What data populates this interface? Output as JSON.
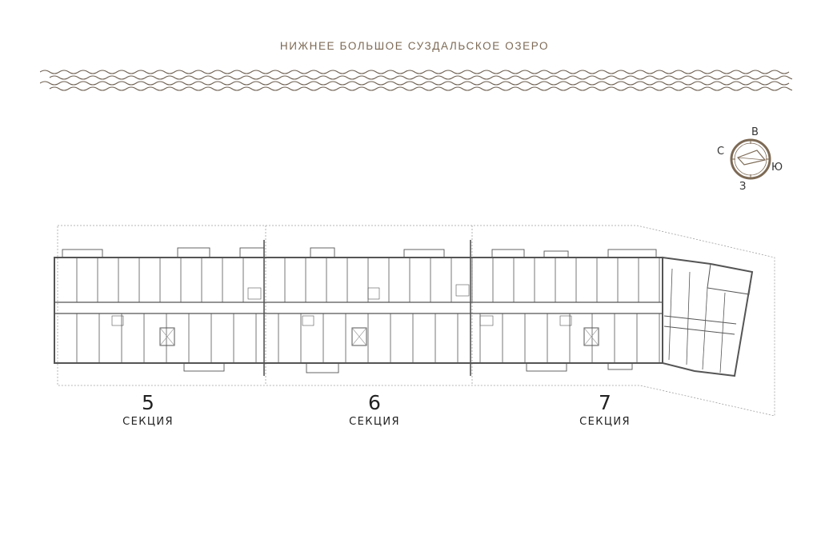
{
  "lake": {
    "title": "НИЖНЕЕ БОЛЬШОЕ СУЗДАЛЬСКОЕ ОЗЕРО"
  },
  "compass": {
    "north": "С",
    "east": "В",
    "south": "Ю",
    "west": "З"
  },
  "sections": [
    {
      "number": "5",
      "label": "СЕКЦИЯ"
    },
    {
      "number": "6",
      "label": "СЕКЦИЯ"
    },
    {
      "number": "7",
      "label": "СЕКЦИЯ"
    }
  ],
  "colors": {
    "accent": "#7d6a55",
    "wall": "#555555",
    "lightline": "#9a9a9a",
    "text": "#222222"
  }
}
